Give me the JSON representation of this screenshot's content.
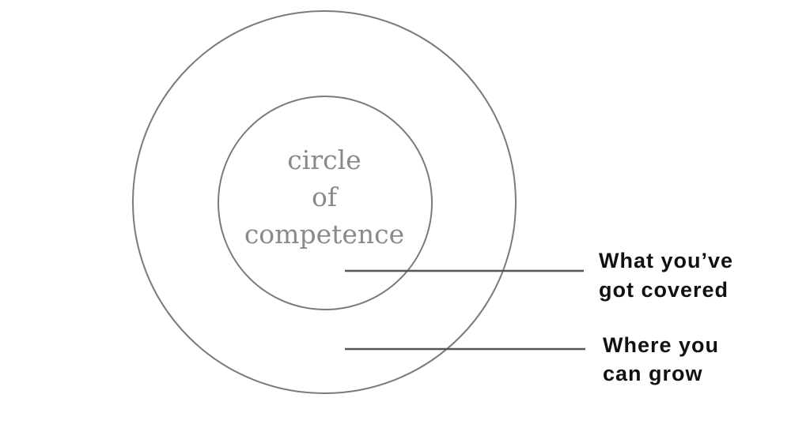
{
  "center_label": {
    "lines": [
      "circle",
      "of",
      "competence"
    ]
  },
  "callouts": {
    "inner": {
      "lines": [
        "What you’ve",
        "got covered"
      ]
    },
    "outer": {
      "lines": [
        "Where you",
        "can grow"
      ]
    }
  },
  "colors": {
    "outer_ring_stroke": "#7a7a7a",
    "inner_ring_stroke": "#7a7a7a",
    "leader_line": "#555555",
    "center_text": "#8a8a8a",
    "callout_text": "#111111"
  }
}
